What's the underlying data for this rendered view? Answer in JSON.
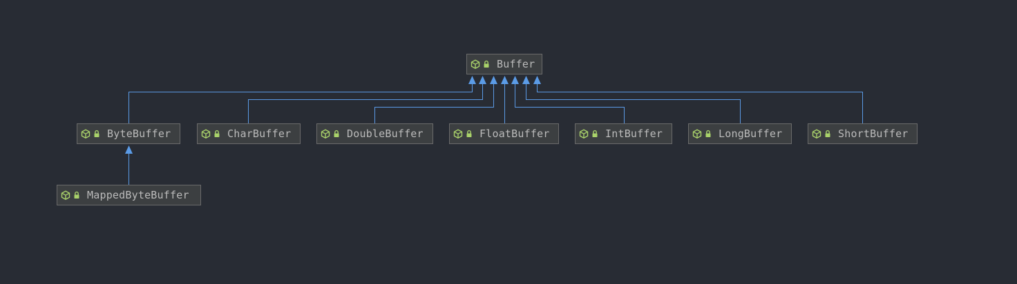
{
  "diagram": {
    "root": {
      "name": "Buffer",
      "icon": "class-icon",
      "modifier_icon": "lock-icon"
    },
    "children": [
      {
        "name": "ByteBuffer",
        "icon": "class-icon",
        "modifier_icon": "lock-icon"
      },
      {
        "name": "CharBuffer",
        "icon": "class-icon",
        "modifier_icon": "lock-icon"
      },
      {
        "name": "DoubleBuffer",
        "icon": "class-icon",
        "modifier_icon": "lock-icon"
      },
      {
        "name": "FloatBuffer",
        "icon": "class-icon",
        "modifier_icon": "lock-icon"
      },
      {
        "name": "IntBuffer",
        "icon": "class-icon",
        "modifier_icon": "lock-icon"
      },
      {
        "name": "LongBuffer",
        "icon": "class-icon",
        "modifier_icon": "lock-icon"
      },
      {
        "name": "ShortBuffer",
        "icon": "class-icon",
        "modifier_icon": "lock-icon"
      }
    ],
    "grandchildren": [
      {
        "name": "MappedByteBuffer",
        "parent": "ByteBuffer",
        "icon": "class-icon",
        "modifier_icon": "lock-icon"
      }
    ],
    "colors": {
      "background": "#282c34",
      "node_fill": "#3c3f41",
      "node_border": "#6b6b6b",
      "text": "#bbbbbb",
      "edge": "#5b9be6",
      "class_icon": "#a9d26a",
      "lock_icon": "#a9d26a"
    }
  }
}
